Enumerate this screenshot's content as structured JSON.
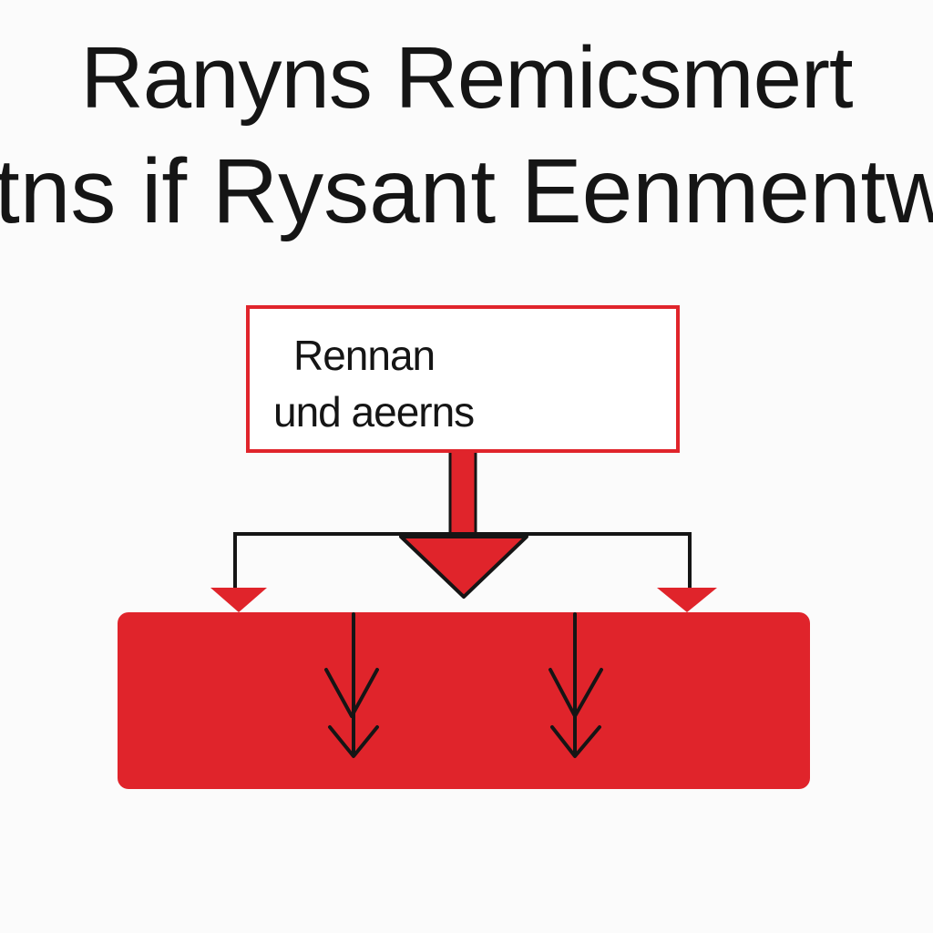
{
  "title": {
    "line1": "Ranyns Remicsmert",
    "line2": "tns if Rysant Eenmentw"
  },
  "top_box": {
    "line1": "Rennan",
    "line2": "und aeerns"
  },
  "colors": {
    "accent_red": "#e0242b",
    "stroke_black": "#151515",
    "background": "#fbfbfb"
  }
}
